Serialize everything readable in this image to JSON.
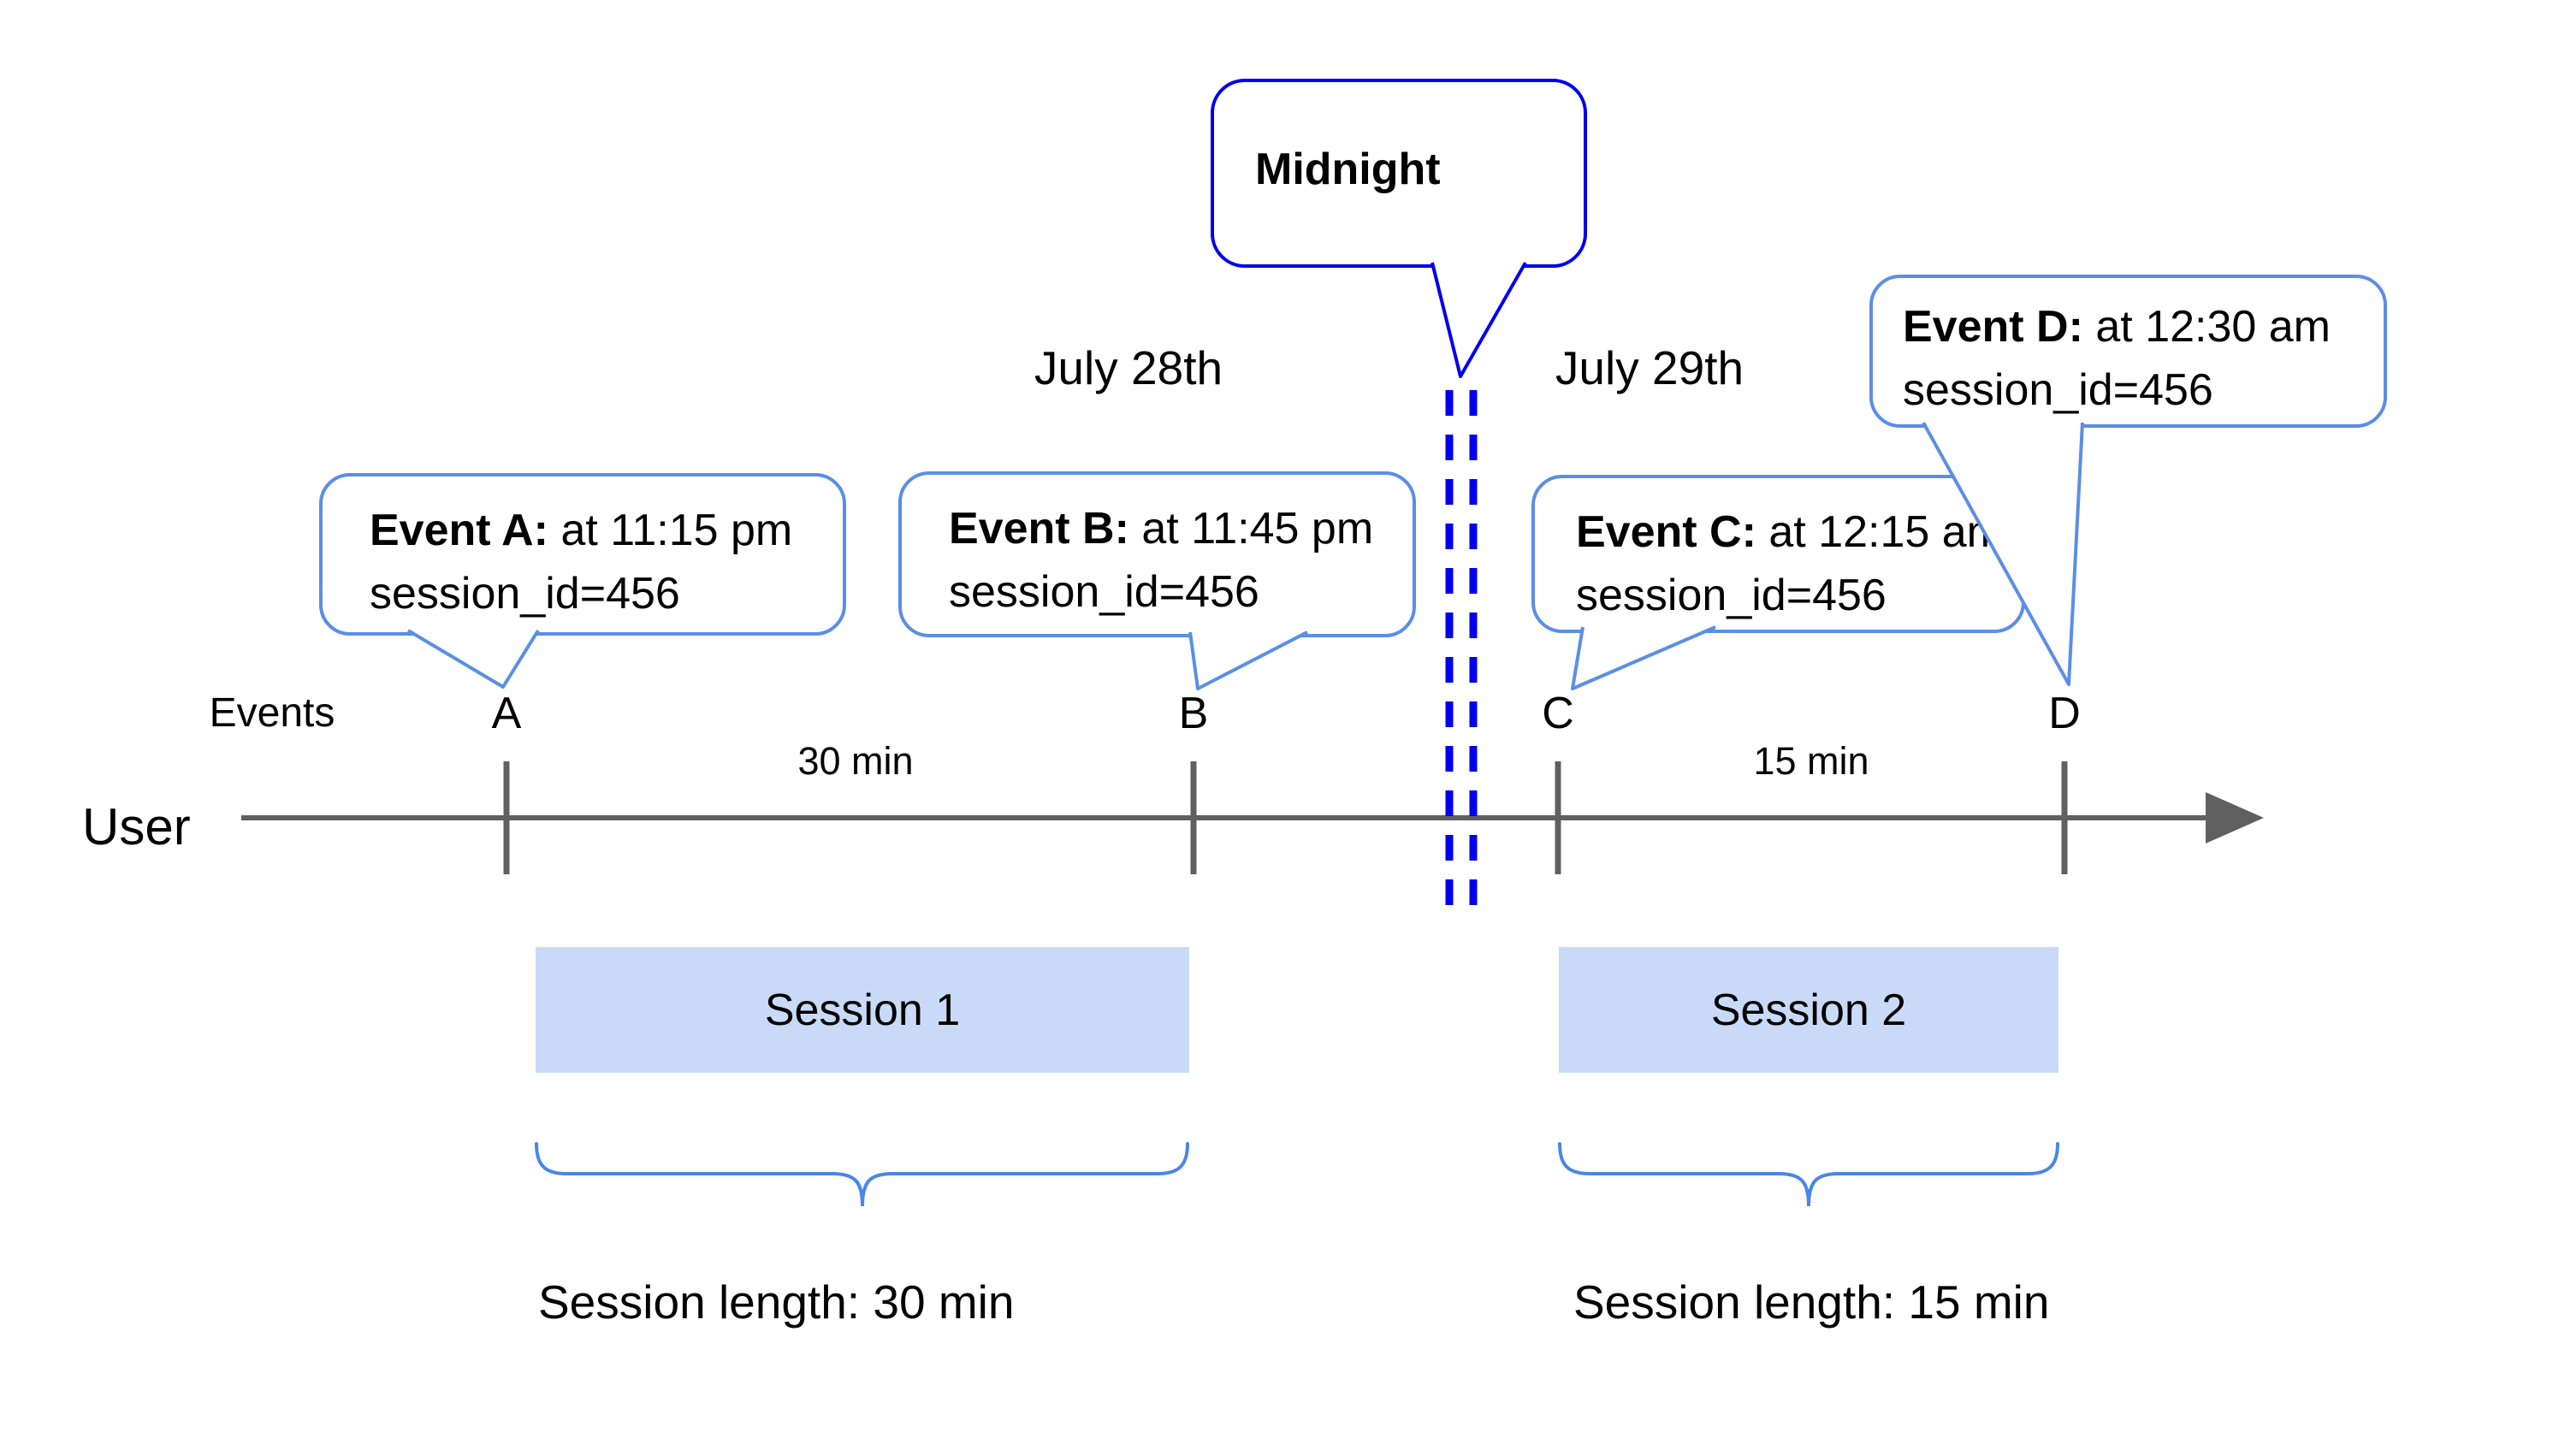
{
  "page": {
    "background": "#ffffff"
  },
  "palette": {
    "midnight_blue": "#0000ee",
    "callout_blue": "#5b8ee6",
    "brace_blue": "#4a86e8",
    "session_fill": "#c9daf8",
    "axis_gray": "#606060",
    "text_color": "#000000"
  },
  "midnight_callout": {
    "label": "Midnight"
  },
  "timeline": {
    "day_left": "July 28th",
    "day_right": "July 29th",
    "events_label": "Events",
    "user_label": "User",
    "tick_labels": [
      "A",
      "B",
      "C",
      "D"
    ],
    "interval_labels": [
      "30 min",
      "15 min"
    ]
  },
  "event_callouts": [
    {
      "name": "Event A:",
      "time": "at 11:15 pm",
      "session": "session_id=456"
    },
    {
      "name": "Event B:",
      "time": "at 11:45 pm",
      "session": "session_id=456"
    },
    {
      "name": "Event C:",
      "time": "at 12:15 am",
      "session": "session_id=456"
    },
    {
      "name": "Event D:",
      "time": "at 12:30 am",
      "session": "session_id=456"
    }
  ],
  "sessions": [
    {
      "label": "Session 1",
      "length": "Session length: 30 min"
    },
    {
      "label": "Session 2",
      "length": "Session length: 15 min"
    }
  ]
}
